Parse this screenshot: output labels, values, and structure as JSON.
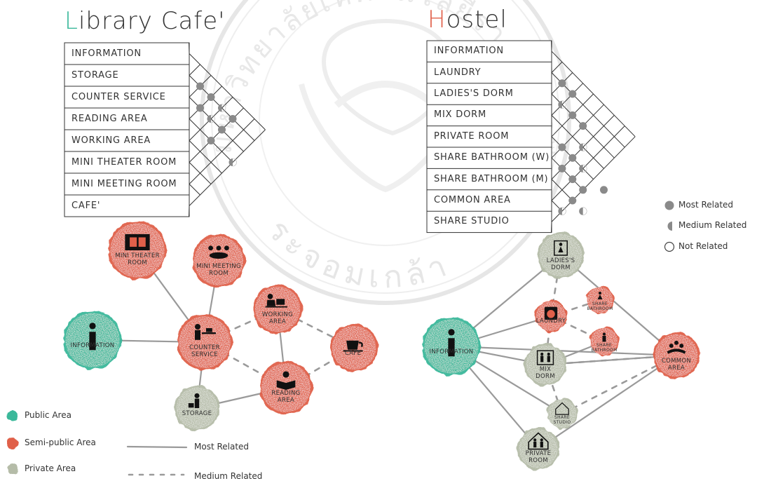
{
  "colors": {
    "public": "#3ab89a",
    "semi_public": "#e0604a",
    "private": "#b5bca8",
    "line": "#9a9a9a",
    "marker": "#8a8a8a"
  },
  "library": {
    "title_first": "L",
    "title_rest": "ibrary Cafe'",
    "rows": [
      "INFORMATION",
      "STORAGE",
      "COUNTER SERVICE",
      "READING AREA",
      "WORKING AREA",
      "MINI THEATER ROOM",
      "MINI MEETING ROOM",
      "CAFE'"
    ],
    "matrix_cells": [
      {
        "row": 1,
        "col": 1,
        "level": "most"
      },
      {
        "row": 1,
        "col": 2,
        "level": "most"
      },
      {
        "row": 1,
        "col": 3,
        "level": "medium"
      },
      {
        "row": 1,
        "col": 4,
        "level": "most"
      },
      {
        "row": 2,
        "col": 1,
        "level": "most"
      },
      {
        "row": 2,
        "col": 2,
        "level": "medium"
      },
      {
        "row": 2,
        "col": 3,
        "level": "most"
      },
      {
        "row": 3,
        "col": 2,
        "level": "most"
      },
      {
        "row": 3,
        "col": 4,
        "level": "medium"
      }
    ],
    "nodes": [
      {
        "id": "mini-theater-room",
        "label": "MINI THEATER\nROOM",
        "type": "semi_public",
        "icon": "film-icon",
        "small": false
      },
      {
        "id": "mini-meeting-room",
        "label": "MINI MEETING\nROOM",
        "type": "semi_public",
        "icon": "meeting-icon",
        "small": false
      },
      {
        "id": "information",
        "label": "INFORMATION",
        "type": "public",
        "icon": "info-icon",
        "small": false
      },
      {
        "id": "counter-service",
        "label": "COUNTER\nSERVICE",
        "type": "semi_public",
        "icon": "counter-icon",
        "small": false
      },
      {
        "id": "working-area",
        "label": "WORKING\nAREA",
        "type": "semi_public",
        "icon": "laptop-icon",
        "small": false
      },
      {
        "id": "cafe",
        "label": "CAFE'",
        "type": "semi_public",
        "icon": "coffee-cup-icon",
        "small": false
      },
      {
        "id": "reading-area",
        "label": "READING\nAREA",
        "type": "semi_public",
        "icon": "reading-icon",
        "small": false
      },
      {
        "id": "storage",
        "label": "STORAGE",
        "type": "private",
        "icon": "box-person-icon",
        "small": false
      }
    ],
    "edges": [
      {
        "from": "information",
        "to": "counter-service",
        "kind": "most"
      },
      {
        "from": "mini-theater-room",
        "to": "counter-service",
        "kind": "most"
      },
      {
        "from": "mini-meeting-room",
        "to": "counter-service",
        "kind": "most"
      },
      {
        "from": "counter-service",
        "to": "storage",
        "kind": "most"
      },
      {
        "from": "storage",
        "to": "reading-area",
        "kind": "most"
      },
      {
        "from": "working-area",
        "to": "reading-area",
        "kind": "most"
      },
      {
        "from": "counter-service",
        "to": "working-area",
        "kind": "medium"
      },
      {
        "from": "working-area",
        "to": "cafe",
        "kind": "medium"
      },
      {
        "from": "counter-service",
        "to": "reading-area",
        "kind": "medium"
      },
      {
        "from": "reading-area",
        "to": "cafe",
        "kind": "medium"
      }
    ]
  },
  "hostel": {
    "title_first": "H",
    "title_rest": "ostel",
    "rows": [
      "INFORMATION",
      "LAUNDRY",
      "LADIES'S DORM",
      "MIX DORM",
      "PRIVATE ROOM",
      "SHARE BATHROOM (W)",
      "SHARE BATHROOM (M)",
      "COMMON AREA",
      "SHARE STUDIO"
    ],
    "matrix_cells": [
      {
        "row": 1,
        "col": 1,
        "level": "most"
      },
      {
        "row": 1,
        "col": 2,
        "level": "most"
      },
      {
        "row": 2,
        "col": 1,
        "level": "medium"
      },
      {
        "row": 2,
        "col": 2,
        "level": "most"
      },
      {
        "row": 2,
        "col": 3,
        "level": "most"
      },
      {
        "row": 3,
        "col": 3,
        "level": "medium"
      },
      {
        "row": 4,
        "col": 1,
        "level": "most"
      },
      {
        "row": 4,
        "col": 2,
        "level": "most"
      },
      {
        "row": 4,
        "col": 3,
        "level": "medium"
      },
      {
        "row": 4,
        "col": 5,
        "level": "most"
      },
      {
        "row": 5,
        "col": 1,
        "level": "most"
      },
      {
        "row": 5,
        "col": 2,
        "level": "most"
      },
      {
        "row": 5,
        "col": 3,
        "level": "most"
      },
      {
        "row": 6,
        "col": 2,
        "level": "most"
      },
      {
        "row": 6,
        "col": 3,
        "level": "medium"
      },
      {
        "row": 7,
        "col": 1,
        "level": "medium"
      }
    ],
    "nodes": [
      {
        "id": "ladies-dorm",
        "label": "LADIES'S\nDORM",
        "type": "private",
        "icon": "female-door-icon",
        "small": false
      },
      {
        "id": "laundry",
        "label": "LAUNDRY",
        "type": "semi_public",
        "icon": "washing-machine-icon",
        "small": false
      },
      {
        "id": "share-bathroom-w",
        "label": "SHARE\nBATHROOM",
        "type": "semi_public",
        "icon": "female-icon",
        "small": true
      },
      {
        "id": "share-bathroom-m",
        "label": "SHARE\nBATHROOM",
        "type": "semi_public",
        "icon": "male-icon",
        "small": true
      },
      {
        "id": "information",
        "label": "INFORMATION",
        "type": "public",
        "icon": "info-icon",
        "small": false
      },
      {
        "id": "mix-dorm",
        "label": "MIX\nDORM",
        "type": "private",
        "icon": "couple-door-icon",
        "small": false
      },
      {
        "id": "common-area",
        "label": "COMMON\nAREA",
        "type": "semi_public",
        "icon": "group-icon",
        "small": false
      },
      {
        "id": "share-studio",
        "label": "SHARE\nSTUDIO",
        "type": "private",
        "icon": "house-icon",
        "small": true
      },
      {
        "id": "private-room",
        "label": "PRIVATE\nROOM",
        "type": "private",
        "icon": "couple-house-icon",
        "small": false
      }
    ],
    "edges": [
      {
        "from": "information",
        "to": "ladies-dorm",
        "kind": "most"
      },
      {
        "from": "information",
        "to": "laundry",
        "kind": "most"
      },
      {
        "from": "information",
        "to": "mix-dorm",
        "kind": "most"
      },
      {
        "from": "information",
        "to": "common-area",
        "kind": "most"
      },
      {
        "from": "information",
        "to": "share-studio",
        "kind": "most"
      },
      {
        "from": "information",
        "to": "private-room",
        "kind": "most"
      },
      {
        "from": "ladies-dorm",
        "to": "common-area",
        "kind": "most"
      },
      {
        "from": "mix-dorm",
        "to": "common-area",
        "kind": "most"
      },
      {
        "from": "mix-dorm",
        "to": "share-bathroom-m",
        "kind": "most"
      },
      {
        "from": "private-room",
        "to": "common-area",
        "kind": "most"
      },
      {
        "from": "ladies-dorm",
        "to": "laundry",
        "kind": "medium"
      },
      {
        "from": "laundry",
        "to": "share-bathroom-w",
        "kind": "medium"
      },
      {
        "from": "laundry",
        "to": "share-bathroom-m",
        "kind": "medium"
      },
      {
        "from": "laundry",
        "to": "mix-dorm",
        "kind": "medium"
      },
      {
        "from": "mix-dorm",
        "to": "share-studio",
        "kind": "medium"
      },
      {
        "from": "share-studio",
        "to": "common-area",
        "kind": "medium"
      },
      {
        "from": "mix-dorm",
        "to": "common-area",
        "kind": "medium"
      }
    ]
  },
  "matrix_legend": {
    "most": "Most Related",
    "medium": "Medium Related",
    "not": "Not Related"
  },
  "area_legend": {
    "public": "Public Area",
    "semi_public": "Semi-public Area",
    "private": "Private Area"
  },
  "line_legend": {
    "most": "Most Related",
    "medium": "Medium Related"
  },
  "watermark": {
    "text": "มหาวิทยาลัยเทคโนโลยีราชมงคลพระนคร · มหาวิทยาลัยเทคโนโลยีราชมงคลพระนคร · ระจอมเกล้า",
    "text_lower": "ระจอมเกล้า"
  }
}
